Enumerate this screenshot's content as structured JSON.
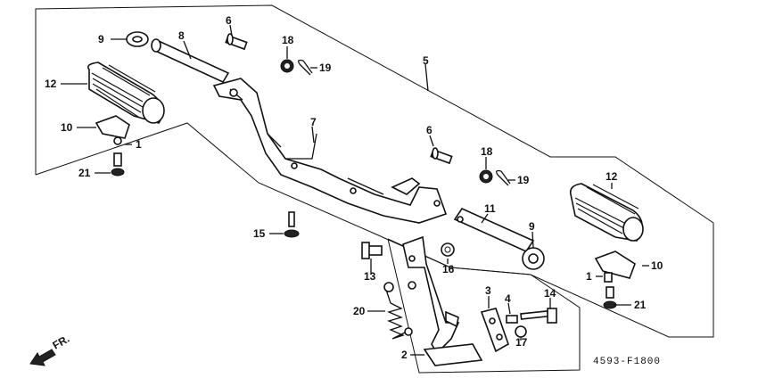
{
  "diagram_code": "4593-F1800",
  "front_label": "FR.",
  "callouts": [
    "1",
    "2",
    "3",
    "4",
    "5",
    "6",
    "7",
    "8",
    "9",
    "10",
    "11",
    "12",
    "13",
    "14",
    "15",
    "16",
    "17",
    "18",
    "19",
    "20",
    "21"
  ]
}
